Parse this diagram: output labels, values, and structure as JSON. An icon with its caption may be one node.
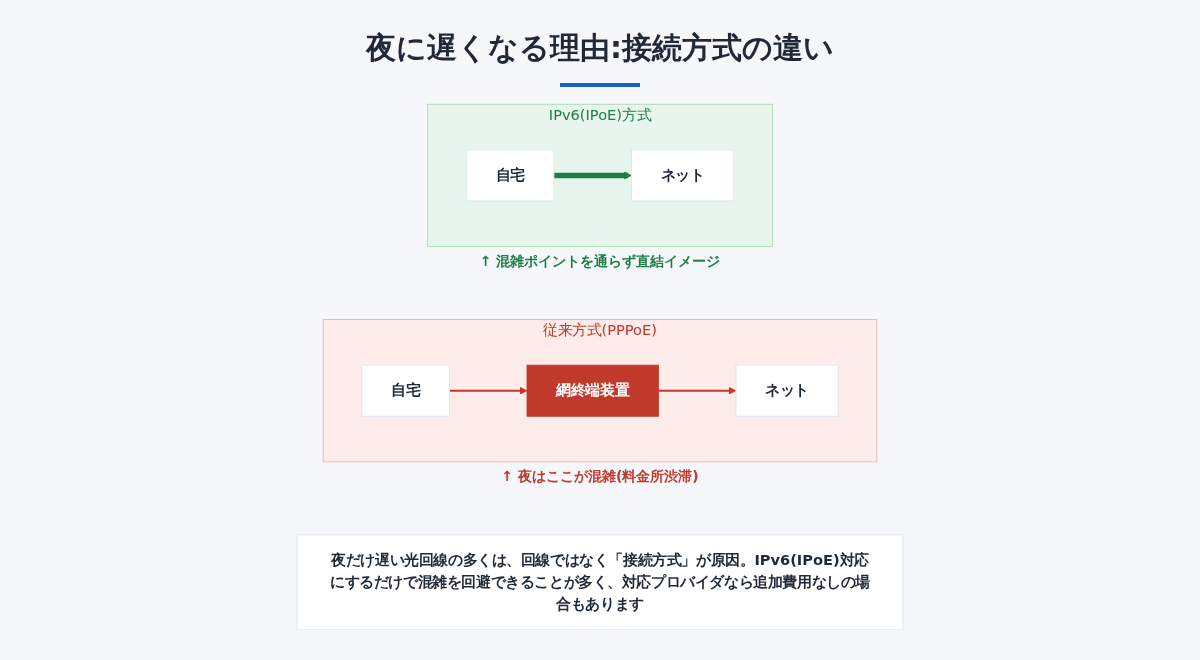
{
  "diagram": {
    "title": "夜に遅くなる理由:接続方式の違い",
    "nodes": [
      {
        "text": [
          "従来方式(PPPoE)",
          "↑ 夜はここが混雑(料金所渋滞)"
        ]
      },
      {
        "text": [
          "自宅"
        ],
        "in": 0
      },
      {
        "text": [
          "網終端装置"
        ],
        "in": 0
      },
      {
        "text": [
          "ネット"
        ],
        "in": 0
      },
      {
        "text": [
          "IPv6(IPoE)方式",
          "↑ 混雑ポイントを通らず直結イメージ"
        ]
      },
      {
        "text": [
          "自宅"
        ],
        "in": 4
      },
      {
        "text": [
          "ネット"
        ],
        "in": 4
      },
      {
        "text": [
          "夜だけ遅い光回線の多くは、回線ではなく「接続方式」が原因。IPv6(IPoE)対応にするだけで混雑を回避できることが多く、対応プロバイダなら追加費用なしの場合もあります"
        ]
      }
    ],
    "edges": [
      {
        "from": 1,
        "to": 2,
        "arrow": "to",
        "color": "#c0392b"
      },
      {
        "from": 2,
        "to": 3,
        "arrow": "to",
        "color": "#c0392b"
      },
      {
        "from": 5,
        "to": 6,
        "arrow": "to",
        "style": "thick",
        "color": "#1e7e45"
      }
    ]
  }
}
